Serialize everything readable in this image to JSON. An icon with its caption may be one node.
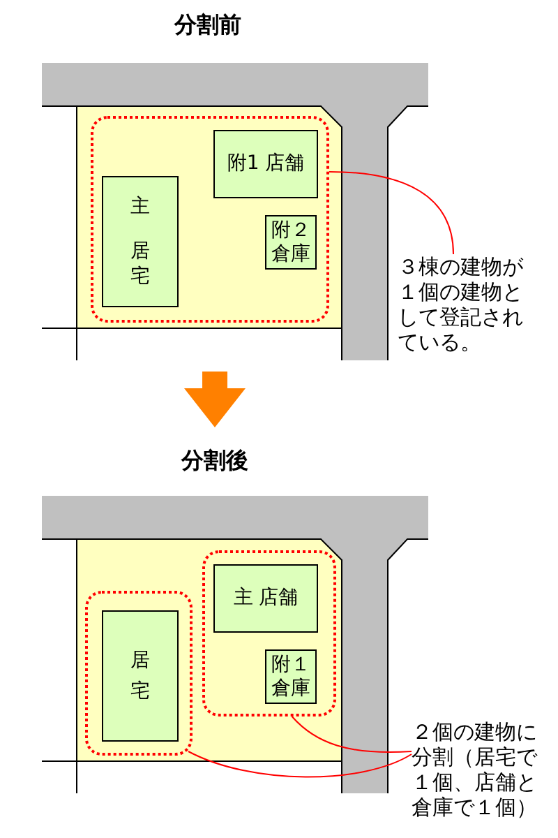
{
  "diagram": {
    "nodes": [
      {
        "text": [],
        "shape": "box"
      },
      {
        "text": [
          "主",
          "居宅"
        ],
        "in": 0
      },
      {
        "text": [
          "附1 店舗"
        ],
        "in": 0
      },
      {
        "text": [
          "附２倉庫"
        ],
        "in": 0
      },
      {
        "text": [
          "３棟の建物が１個の建物として登記されている。"
        ]
      },
      {
        "text": [],
        "shape": "box"
      },
      {
        "text": [
          "居宅"
        ],
        "in": 5
      },
      {
        "text": [],
        "shape": "box"
      },
      {
        "text": [
          "主 店舗"
        ],
        "in": 7
      },
      {
        "text": [
          "附１倉庫"
        ],
        "in": 7
      },
      {
        "text": [
          "２個の建物に分割（居宅で１個、店舗と倉庫で１個）"
        ]
      }
    ],
    "edges": [
      {
        "from": 4,
        "to": 0,
        "arrow": "none",
        "color": "#ff0000"
      },
      {
        "from": 10,
        "to": 7,
        "arrow": "none",
        "color": "#ff0000"
      },
      {
        "from": 10,
        "to": 5,
        "arrow": "none",
        "color": "#ff0000"
      }
    ],
    "labels": [
      "分割前",
      "分割後"
    ]
  }
}
